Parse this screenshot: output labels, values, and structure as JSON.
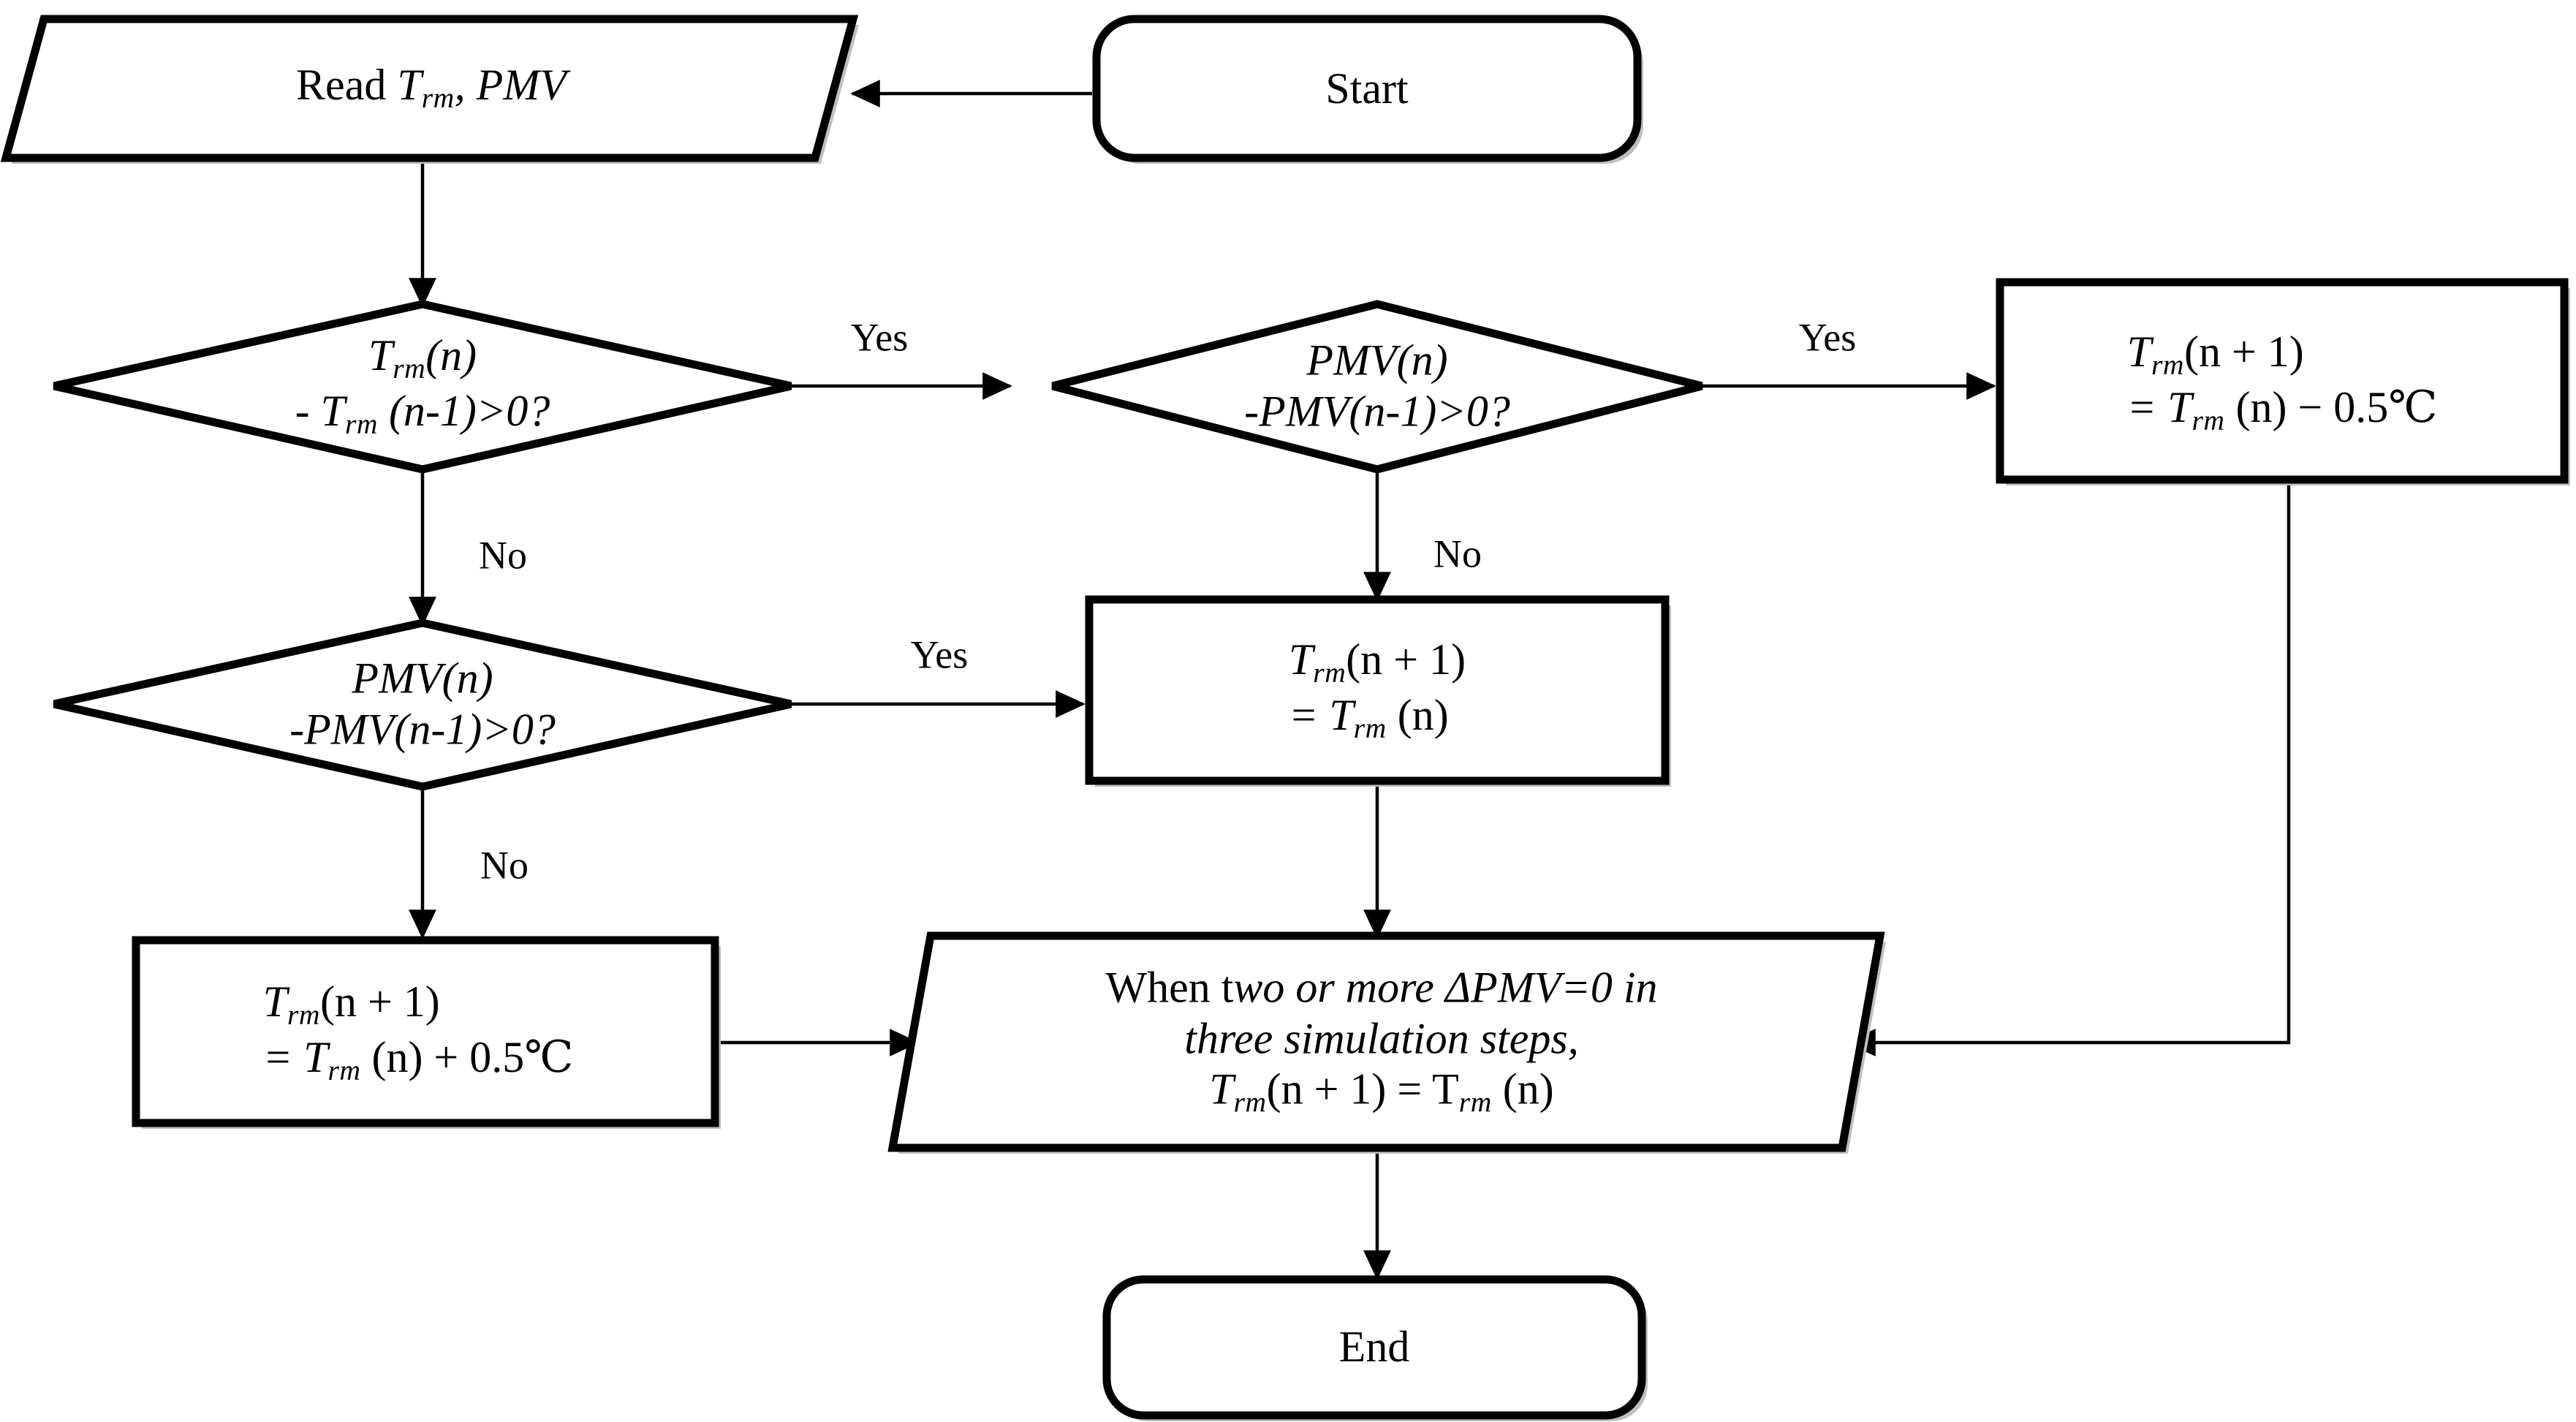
{
  "diagram": {
    "title": "Room temperature / PMV control flowchart",
    "background_color": "#ffffff",
    "line_color": "#000000",
    "shape_fill": "#ffffff",
    "shadow_color": "#bfbfbf"
  },
  "nodes": {
    "start": {
      "shape": "rounded-rectangle",
      "label": "Start"
    },
    "read": {
      "shape": "parallelogram",
      "prefix": "Read ",
      "var1": "T",
      "var1_sub": "rm",
      "separator": ", ",
      "var2": "PMV"
    },
    "decision_trm": {
      "shape": "diamond",
      "line1_var": "T",
      "line1_sub": "rm",
      "line1_rest": "(n)",
      "line2_var": "- T",
      "line2_sub": "rm",
      "line2_rest": " (n-1)>0?"
    },
    "decision_pmv_top": {
      "shape": "diamond",
      "line1": "PMV(n)",
      "line2": "-PMV(n-1)>0?"
    },
    "decision_pmv_bottom": {
      "shape": "diamond",
      "line1": "PMV(n)",
      "line2": "-PMV(n-1)>0?"
    },
    "box_minus": {
      "shape": "rectangle",
      "line1_var": "T",
      "line1_sub": "rm",
      "line1_rest": "(n + 1)",
      "line2_pre": "= T",
      "line2_sub": "rm",
      "line2_rest": " (n) − 0.5℃"
    },
    "box_same": {
      "shape": "rectangle",
      "line1_var": "T",
      "line1_sub": "rm",
      "line1_rest": "(n + 1)",
      "line2_pre": "= T",
      "line2_sub": "rm",
      "line2_rest": " (n)"
    },
    "box_plus": {
      "shape": "rectangle",
      "line1_var": "T",
      "line1_sub": "rm",
      "line1_rest": "(n + 1)",
      "line2_pre": "= T",
      "line2_sub": "rm",
      "line2_rest": " (n) + 0.5℃"
    },
    "converge": {
      "shape": "parallelogram",
      "line1_plain": "When t",
      "line1_ital": "wo or more ΔPMV=0 in",
      "line2": "three simulation steps,",
      "line3_var": "T",
      "line3_sub": "rm",
      "line3_mid": "(n + 1) = T",
      "line3_sub2": "rm",
      "line3_rest": " (n)"
    },
    "end": {
      "shape": "rounded-rectangle",
      "label": "End"
    }
  },
  "edges": [
    {
      "id": "start-to-read",
      "label": ""
    },
    {
      "id": "read-to-decision-trm",
      "label": ""
    },
    {
      "id": "trm-yes-to-pmv-top",
      "label": "Yes"
    },
    {
      "id": "trm-no-to-pmv-bottom",
      "label": "No"
    },
    {
      "id": "pmv-top-yes-to-box-minus",
      "label": "Yes"
    },
    {
      "id": "pmv-top-no-to-box-same",
      "label": "No"
    },
    {
      "id": "pmv-bottom-yes-to-box-same",
      "label": "Yes"
    },
    {
      "id": "pmv-bottom-no-to-box-plus",
      "label": "No"
    },
    {
      "id": "box-plus-to-converge",
      "label": ""
    },
    {
      "id": "box-same-to-converge",
      "label": ""
    },
    {
      "id": "box-minus-to-converge",
      "label": ""
    },
    {
      "id": "converge-to-end",
      "label": ""
    }
  ]
}
